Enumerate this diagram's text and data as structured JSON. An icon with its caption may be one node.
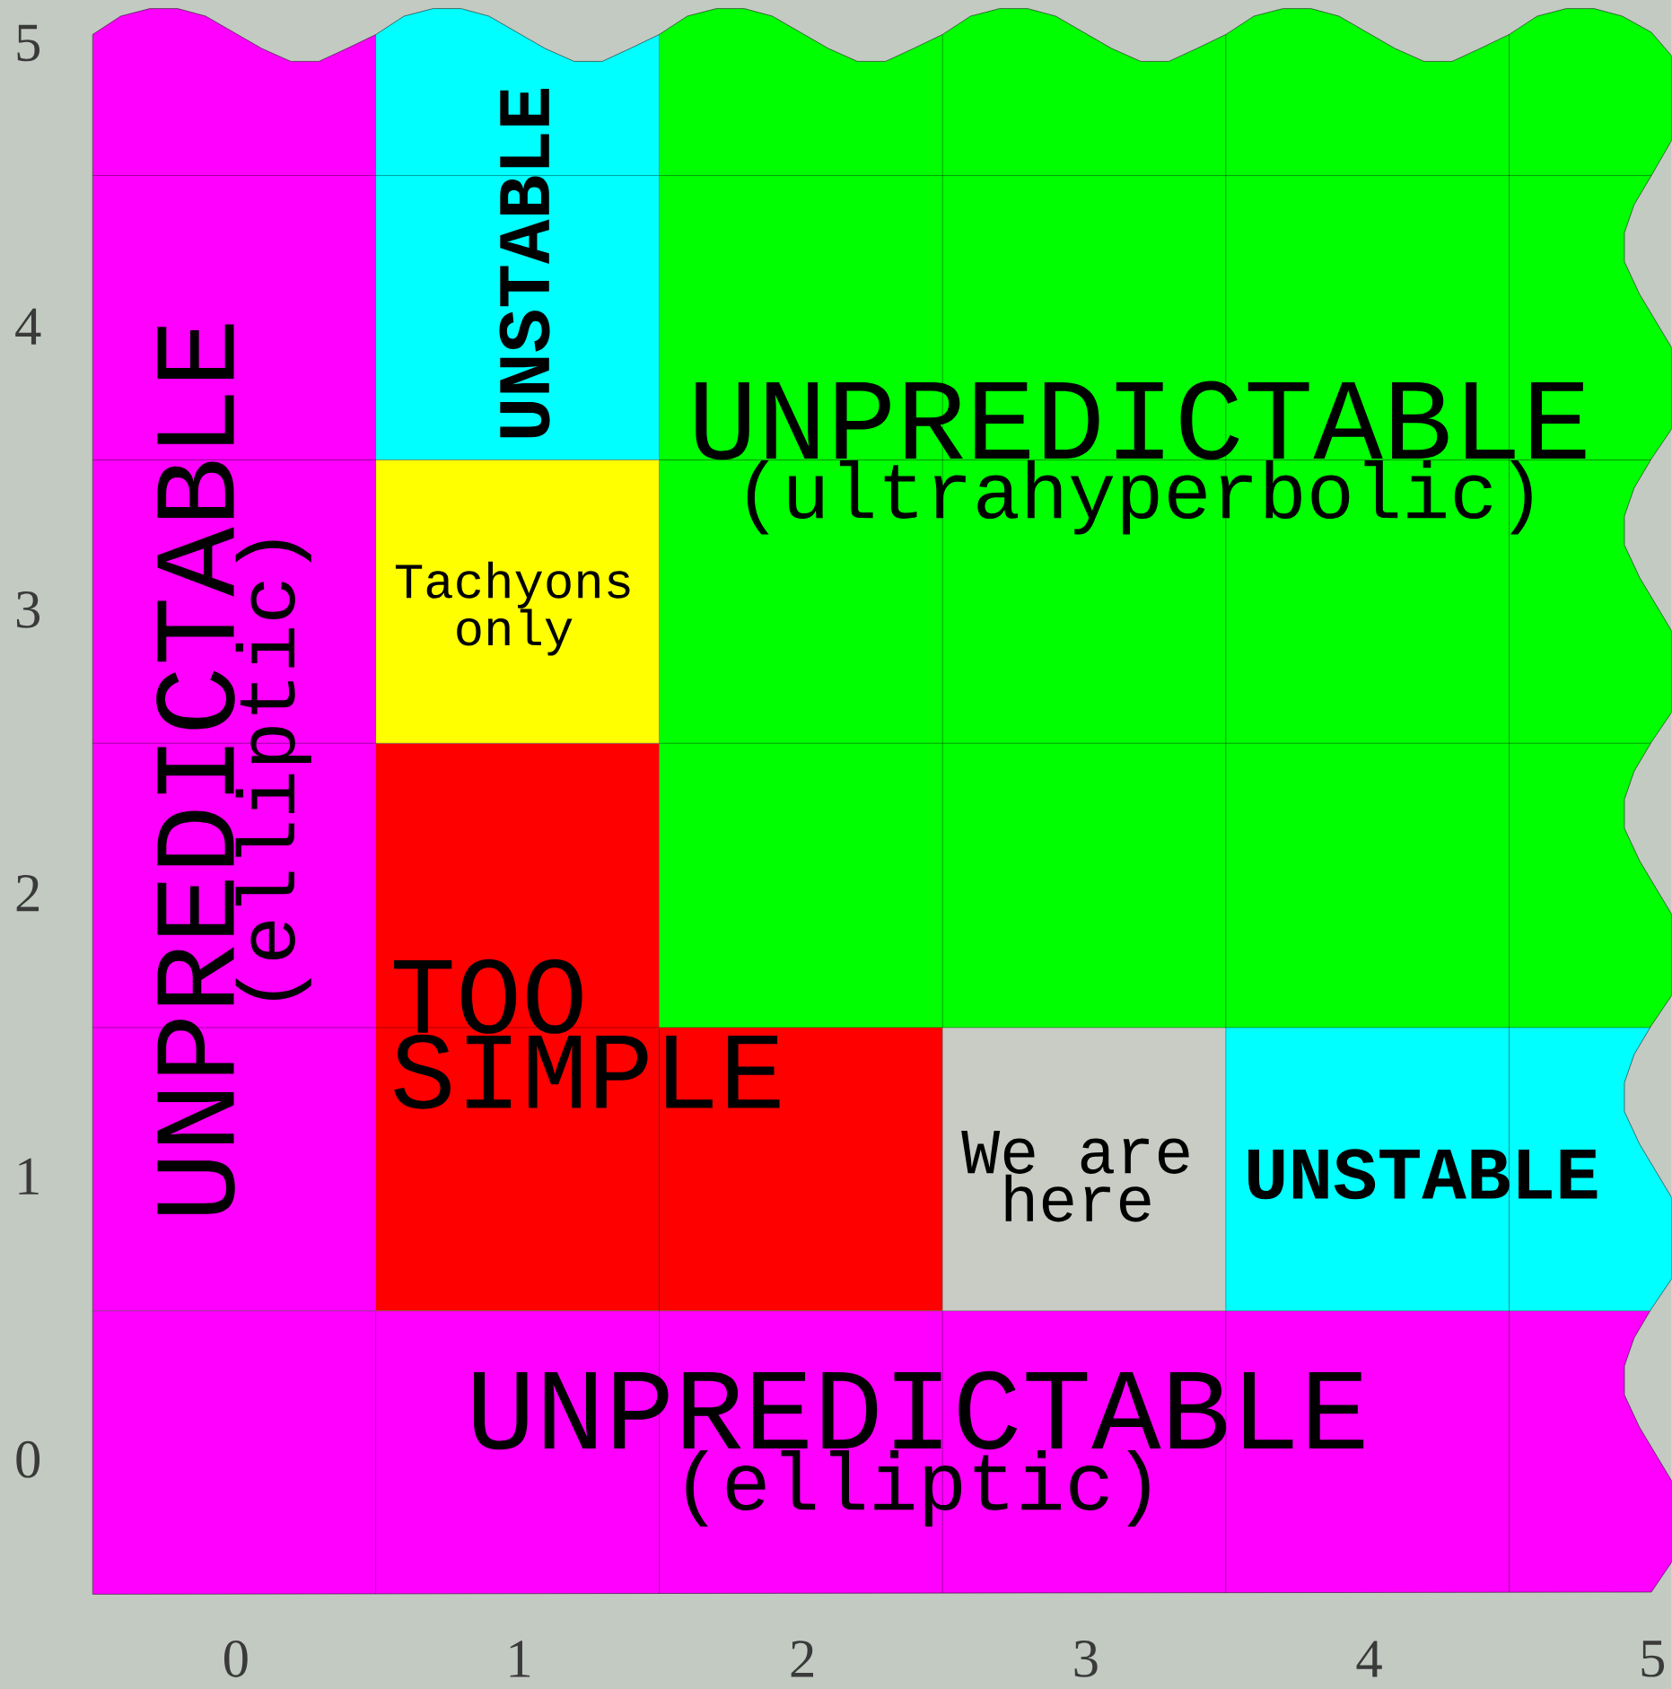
{
  "diagram": {
    "nodes": [
      {
        "text": [
          "UNPREDICTABLE",
          "(elliptic)"
        ]
      },
      {
        "text": [
          "UNPREDICTABLE",
          "(elliptic)"
        ]
      },
      {
        "text": [
          "UNSTABLE"
        ]
      },
      {
        "text": [
          "Tachyons only"
        ]
      },
      {
        "text": [
          "TOO SIMPLE"
        ]
      },
      {
        "text": [
          "UNPREDICTABLE",
          "(ultrahyperbolic)"
        ]
      },
      {
        "text": [
          "We are here"
        ]
      },
      {
        "text": [
          "UNSTABLE"
        ]
      }
    ],
    "labels": [
      "5",
      "4",
      "3",
      "2",
      "1",
      "0",
      "0",
      "1",
      "2",
      "3",
      "4",
      "5"
    ]
  }
}
